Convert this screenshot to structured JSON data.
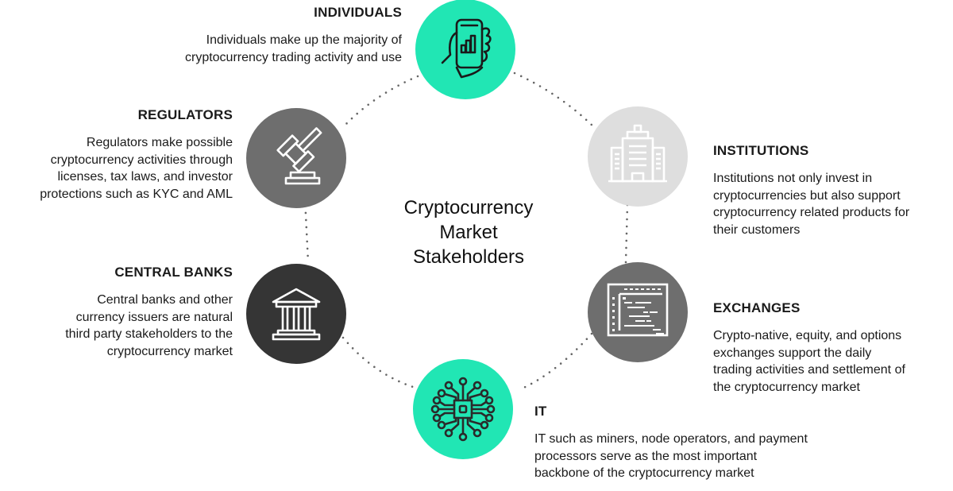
{
  "title": {
    "line1": "Cryptocurrency",
    "line2": "Market",
    "line3": "Stakeholders"
  },
  "colors": {
    "teal": "#21e6b4",
    "mid_gray": "#6e6e6e",
    "light_gray": "#dedede",
    "dark": "#353535",
    "dots": "#666666"
  },
  "stakeholders": {
    "individuals": {
      "heading": "INDIVIDUALS",
      "line1": "Individuals make up the majority of",
      "line2": "cryptocurrency trading activity and use",
      "icon": "hand-holding-phone-chart-icon"
    },
    "regulators": {
      "heading": "REGULATORS",
      "line1": "Regulators make possible",
      "line2": "cryptocurrency activities through",
      "line3": "licenses, tax laws, and investor",
      "line4": "protections such as KYC and AML",
      "icon": "gavel-icon"
    },
    "central_banks": {
      "heading": "CENTRAL BANKS",
      "line1": "Central banks and other",
      "line2": "currency issuers are natural",
      "line3": "third party stakeholders to the",
      "line4": "cryptocurrency market",
      "icon": "bank-building-icon"
    },
    "institutions": {
      "heading": "INSTITUTIONS",
      "line1": "Institutions not only invest in",
      "line2": "cryptocurrencies but also support",
      "line3": "cryptocurrency related products for",
      "line4": "their customers",
      "icon": "office-buildings-icon"
    },
    "exchanges": {
      "heading": "EXCHANGES",
      "line1": "Crypto-native, equity, and options",
      "line2": "exchanges support the daily",
      "line3": "trading activities and settlement of",
      "line4": "the cryptocurrency market",
      "icon": "gantt-chart-icon"
    },
    "it": {
      "heading": "IT",
      "line1": "IT such as miners, node operators, and payment",
      "line2": "processors serve as the most important",
      "line3": "backbone of the cryptocurrency market",
      "icon": "circuit-chip-icon"
    }
  }
}
